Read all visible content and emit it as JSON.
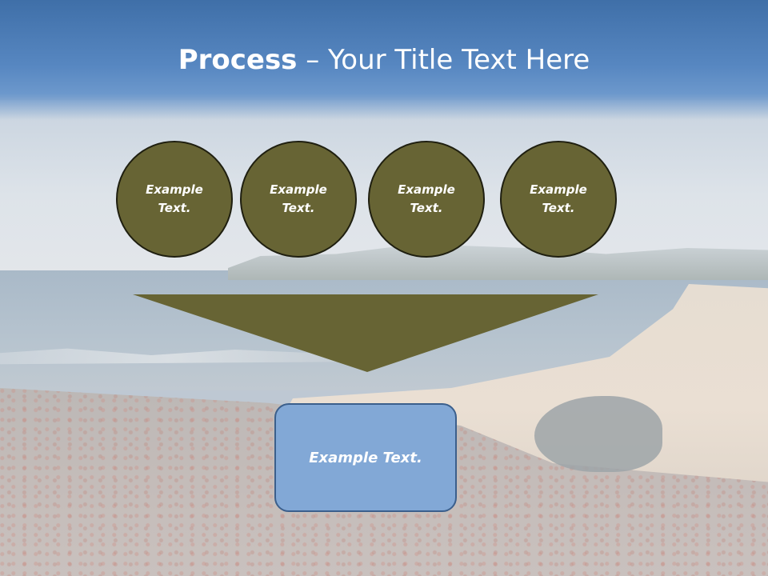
{
  "slide": {
    "title_bold": "Process",
    "title_rest": " – Your Title Text Here",
    "circles": [
      {
        "text": "Example Text."
      },
      {
        "text": "Example Text."
      },
      {
        "text": "Example Text."
      },
      {
        "text": "Example Text."
      }
    ],
    "box_text": "Example Text."
  },
  "colors": {
    "header": "#4f7fba",
    "circle_fill": "#676434",
    "circle_border": "#1f1f10",
    "funnel_fill": "#676434",
    "box_fill": "#82a8d6",
    "box_border": "#3b5f8c"
  }
}
